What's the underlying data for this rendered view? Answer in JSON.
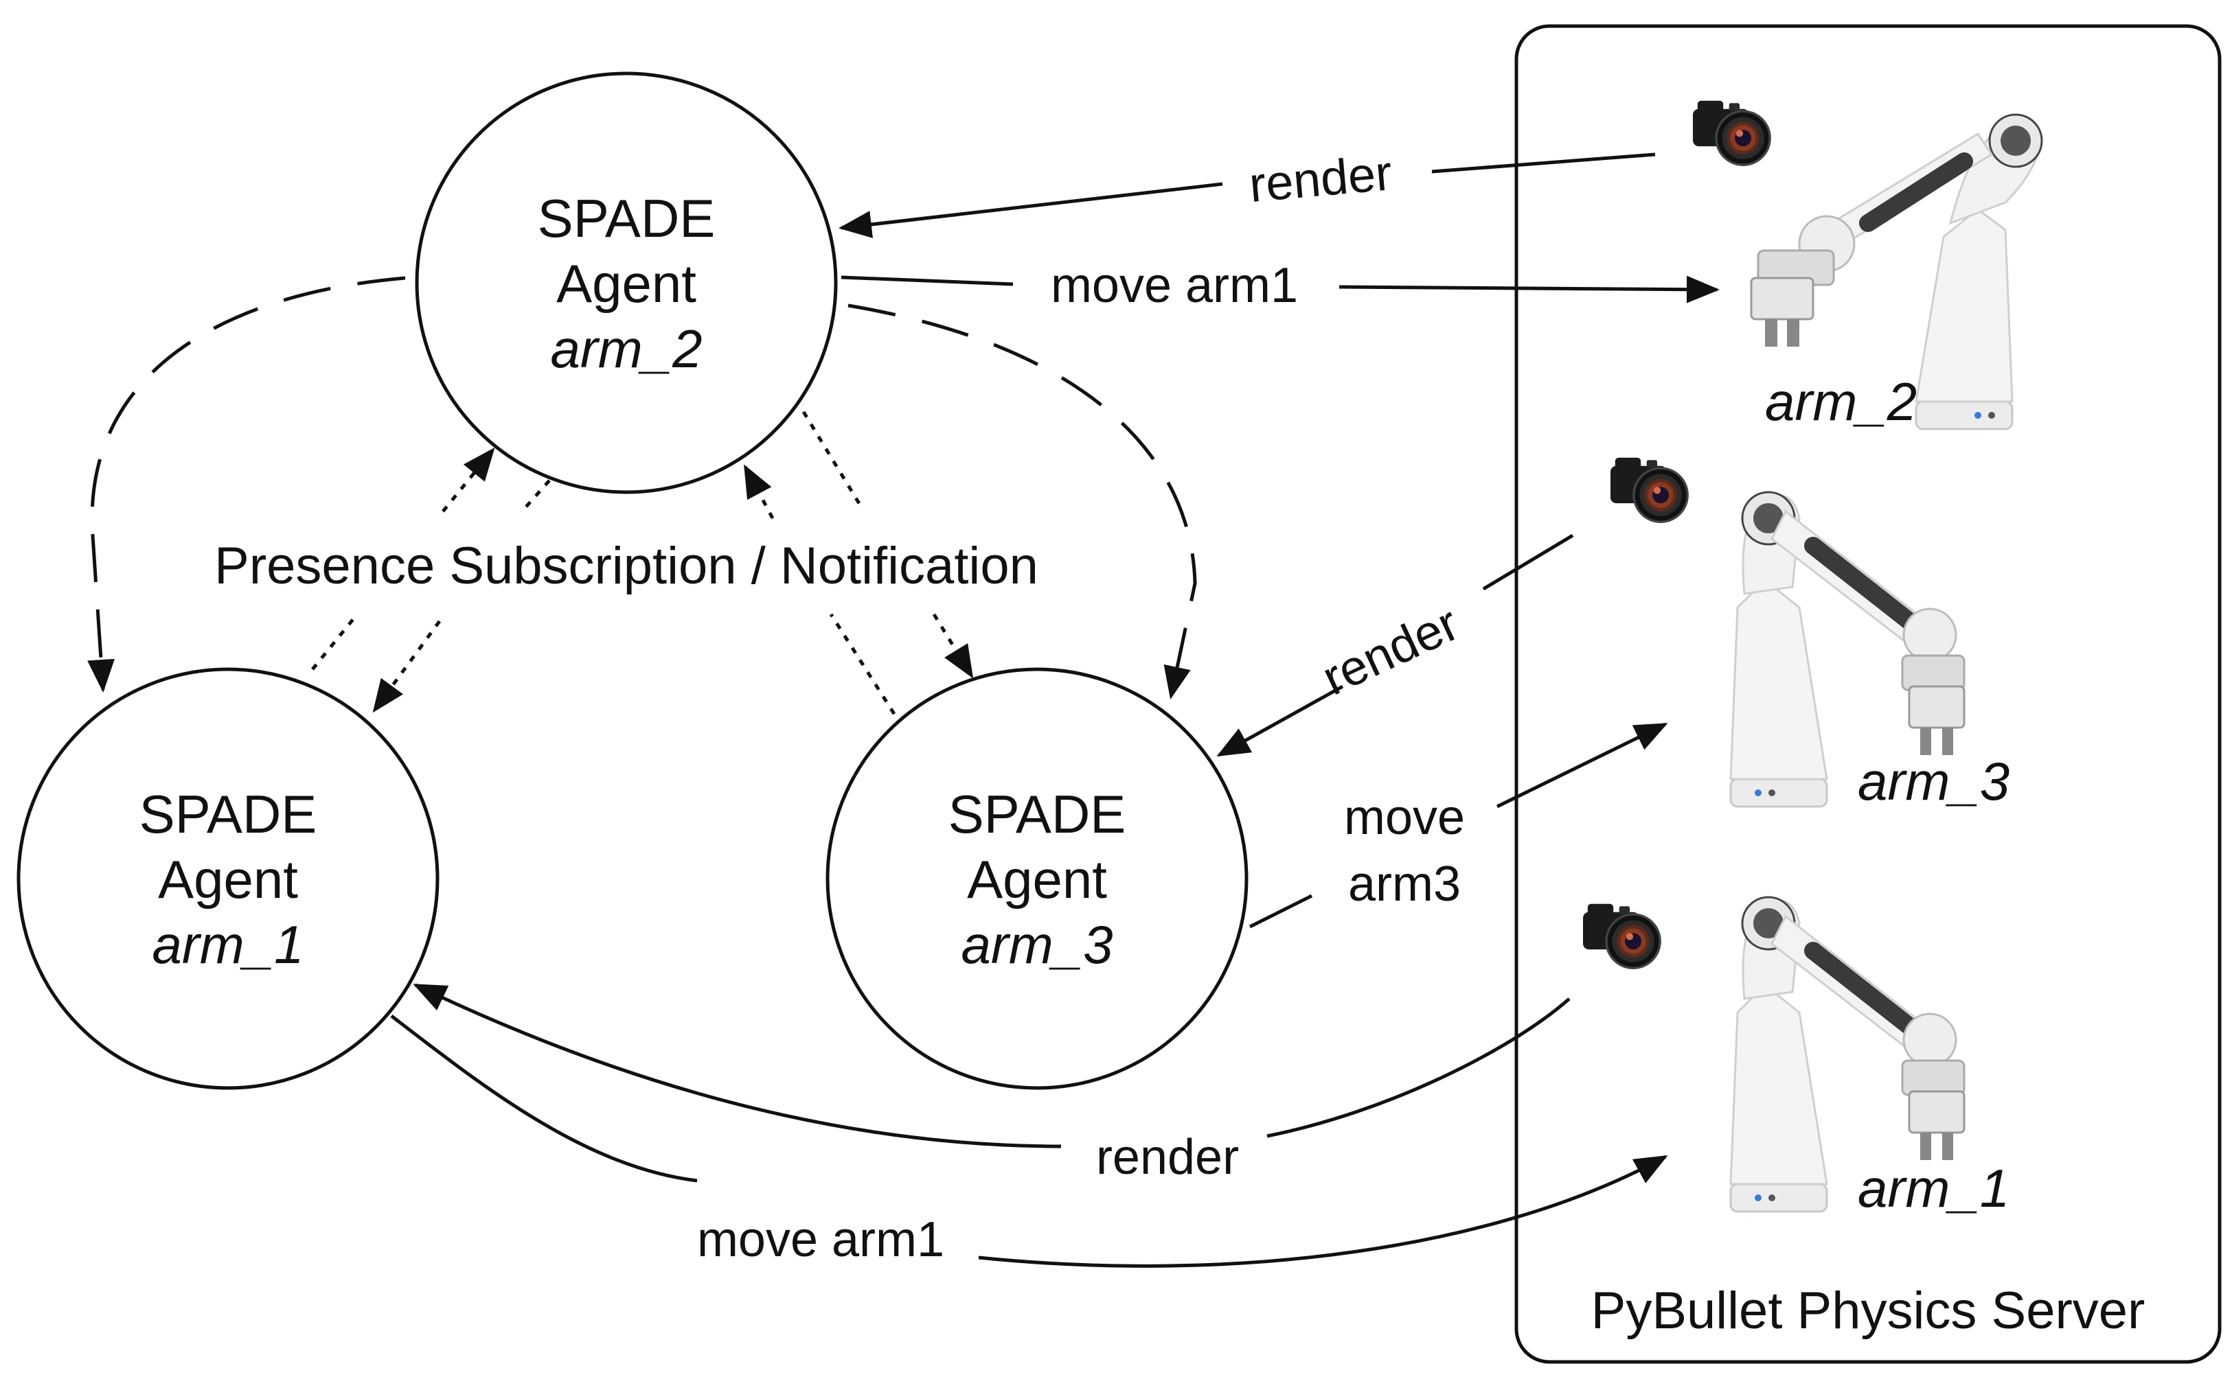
{
  "agents": [
    {
      "id": "arm_2",
      "line1": "SPADE",
      "line2": "Agent",
      "name": "arm_2"
    },
    {
      "id": "arm_1",
      "line1": "SPADE",
      "line2": "Agent",
      "name": "arm_1"
    },
    {
      "id": "arm_3",
      "line1": "SPADE",
      "line2": "Agent",
      "name": "arm_3"
    }
  ],
  "presence_label": "Presence Subscription / Notification",
  "edges": {
    "arm2_render": "render",
    "arm2_move": "move arm1",
    "arm3_render": "render",
    "arm3_move_line1": "move",
    "arm3_move_line2": "arm3",
    "arm1_render": "render",
    "arm1_move": "move arm1"
  },
  "server": {
    "title": "PyBullet Physics Server",
    "arms": [
      "arm_2",
      "arm_3",
      "arm_1"
    ],
    "icons": [
      "camera-icon",
      "robot-arm-icon"
    ]
  }
}
